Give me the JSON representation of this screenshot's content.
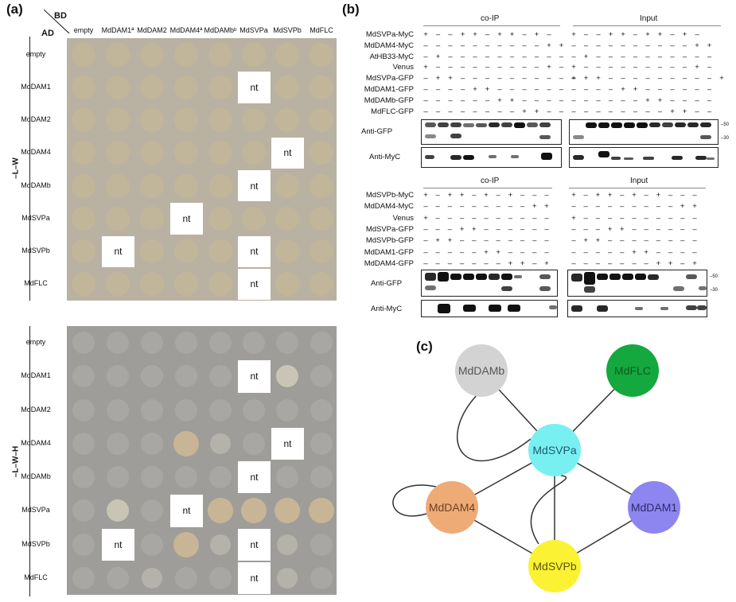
{
  "panel_a": {
    "label": "(a)",
    "bd_label": "BD",
    "ad_label": "AD",
    "columns": [
      "empty",
      "MdDAM1ª",
      "MdDAM2",
      "MdDAM4ª",
      "MdDAMbᵇ",
      "MdSVPa",
      "MdSVPb",
      "MdFLC"
    ],
    "rows": [
      "empty",
      "MdDAM1",
      "MdDAM2",
      "MdDAM4",
      "MdDAMb",
      "MdSVPa",
      "MdSVPb",
      "MdFLC"
    ],
    "nt_text": "nt",
    "condition_top": "–L–W",
    "condition_bottom": "–L–W–H",
    "nt_cells_top": [
      [
        1,
        5
      ],
      [
        3,
        6
      ],
      [
        4,
        5
      ],
      [
        5,
        3
      ],
      [
        6,
        1
      ],
      [
        6,
        5
      ],
      [
        7,
        5
      ]
    ],
    "nt_cells_bottom": [
      [
        1,
        5
      ],
      [
        3,
        6
      ],
      [
        4,
        5
      ],
      [
        5,
        3
      ],
      [
        6,
        1
      ],
      [
        6,
        5
      ],
      [
        7,
        5
      ]
    ],
    "growth_bottom": [
      [
        0,
        0,
        0,
        0,
        0,
        0,
        0,
        0
      ],
      [
        0,
        0,
        0,
        0,
        0,
        0,
        2,
        0
      ],
      [
        0,
        0,
        0,
        0,
        0,
        0,
        0,
        0
      ],
      [
        0,
        0,
        0,
        3,
        1,
        0,
        0,
        0
      ],
      [
        0,
        0,
        0,
        0,
        0,
        0,
        0,
        0
      ],
      [
        0,
        2,
        0,
        0,
        3,
        3,
        3,
        3
      ],
      [
        0,
        0,
        0,
        3,
        1,
        0,
        1,
        0
      ],
      [
        0,
        0,
        1,
        0,
        0,
        0,
        1,
        0
      ]
    ]
  },
  "panel_b": {
    "label": "(b)",
    "top": {
      "section_coip": "co-IP",
      "section_input": "Input",
      "rows": [
        {
          "label": "MdSVPa-MyC",
          "signs": "+––++–++–+–"
        },
        {
          "label": "MdDAM4-MyC",
          "signs": "––––––––––++"
        },
        {
          "label": "AtHB33-MyC",
          "signs": "–+––––––––––"
        },
        {
          "label": "Venus",
          "signs": "+–––––––––+–"
        },
        {
          "label": "MdSVPa-GFP",
          "signs": "–++–––––––––+"
        },
        {
          "label": "MdDAM1-GFP",
          "signs": "––––++––––––"
        },
        {
          "label": "MdDAMb-GFP",
          "signs": "––––––++––––"
        },
        {
          "label": "MdFLC-GFP",
          "signs": "––––––––++––"
        }
      ],
      "blot_gfp": "Anti-GFP",
      "blot_myc": "Anti-MyC",
      "mw_50": "–50",
      "mw_30": "–30"
    },
    "bottom": {
      "section_coip": "co-IP",
      "section_input": "Input",
      "rows": [
        {
          "label": "MdSVPb-MyC",
          "signs": "+–++–+–+–––"
        },
        {
          "label": "MdDAM4-MyC",
          "signs": "–––––––––++"
        },
        {
          "label": "Venus",
          "signs": "+––––––––––"
        },
        {
          "label": "MdSVPa-GFP",
          "signs": "–––++––––––"
        },
        {
          "label": "MdSVPb-GFP",
          "signs": "–++––––––––"
        },
        {
          "label": "MdDAM1-GFP",
          "signs": "–––––++––––"
        },
        {
          "label": "MdDAM4-GFP",
          "signs": "–––––––++–+"
        }
      ],
      "blot_gfp": "Anti-GFP",
      "blot_myc": "Anti-MyC",
      "mw_50": "–50",
      "mw_30": "–30"
    }
  },
  "panel_c": {
    "label": "(c)",
    "nodes": [
      {
        "id": "MdDAMb",
        "color": "#d3d3d3",
        "text_color": "#555555"
      },
      {
        "id": "MdFLC",
        "color": "#14a83f",
        "text_color": "#0c5a22"
      },
      {
        "id": "MdSVPa",
        "color": "#78f0f2",
        "text_color": "#1c5a6a"
      },
      {
        "id": "MdDAM4",
        "color": "#efab76",
        "text_color": "#6a4224"
      },
      {
        "id": "MdDAM1",
        "color": "#8d86f0",
        "text_color": "#2d2a6a"
      },
      {
        "id": "MdSVPb",
        "color": "#fbf233",
        "text_color": "#5a5610"
      }
    ],
    "edges": [
      [
        "MdDAMb",
        "MdSVPa"
      ],
      [
        "MdFLC",
        "MdSVPa"
      ],
      [
        "MdSVPa",
        "MdDAM4"
      ],
      [
        "MdSVPa",
        "MdDAM1"
      ],
      [
        "MdSVPa",
        "MdSVPb"
      ],
      [
        "MdDAM4",
        "MdSVPb"
      ],
      [
        "MdDAM1",
        "MdSVPb"
      ]
    ],
    "self_loops": [
      "MdDAMb",
      "MdDAM4",
      "MdSVPb"
    ]
  }
}
